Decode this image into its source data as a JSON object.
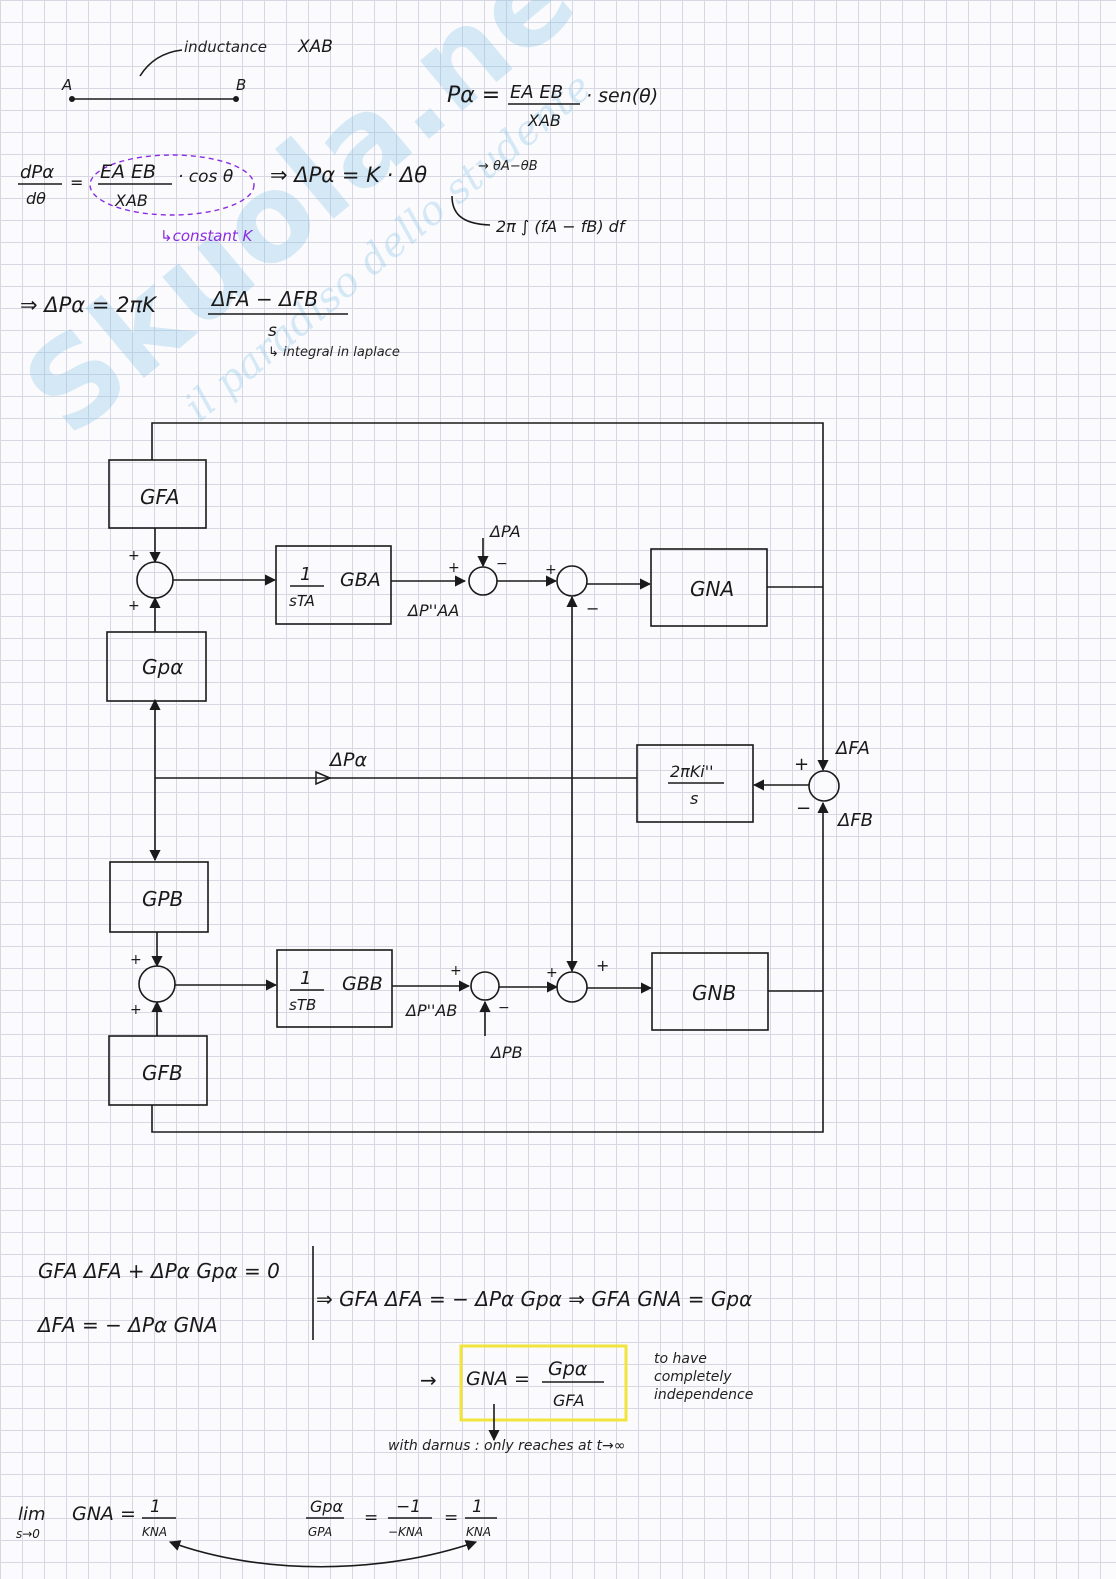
{
  "watermark": {
    "brand": "Skuola.net",
    "tagline": "il paradiso dello studente"
  },
  "line_diagram": {
    "label_a": "A",
    "label_b": "B",
    "inductance_note": "inductance",
    "reactance": "XAB"
  },
  "equations": {
    "power_lhs": "Pα =",
    "power_num": "EA EB",
    "power_den": "XAB",
    "power_rhs": "· sen(θ)",
    "deriv_lhs_num": "dPα",
    "deriv_lhs_den": "dθ",
    "deriv_eq": "=",
    "deriv_num": "EA EB",
    "deriv_den": "XAB",
    "deriv_cos": "· cos θ",
    "deriv_result": "⇒  ΔPα = K · Δθ",
    "theta_note": "→ θA−θB",
    "integral_note": "2π ∫ (fA − fB) df",
    "constant_note": "↳constant K",
    "laplace_lhs": "⇒ ΔPα = 2πK",
    "laplace_num": "ΔFA − ΔFB",
    "laplace_den": "s",
    "laplace_note": "↳ integral   in   laplace"
  },
  "block_diagram": {
    "gfa": "GFA",
    "gpa": "Gpα",
    "gpb": "GPB",
    "gfb": "GFB",
    "gba_num": "1",
    "gba_den": "sTA",
    "gba_g": "GBA",
    "gbb_num": "1",
    "gbb_den": "sTB",
    "gbb_g": "GBB",
    "gna": "GNA",
    "gnb": "GNB",
    "ki_num": "2πKi''",
    "ki_den": "s",
    "dpa_in": "ΔPA",
    "dpb_in": "ΔPB",
    "dpaa": "ΔP''AA",
    "dpab": "ΔP''AB",
    "dpalpha": "ΔPα",
    "dfa": "ΔFA",
    "dfb": "ΔFB",
    "plus": "+",
    "minus": "−"
  },
  "bottom": {
    "eq1": "GFA ΔFA + ΔPα Gpα = 0",
    "eq2": "ΔFA = − ΔPα GNA",
    "eq3": "⇒ GFA ΔFA = − ΔPα Gpα  ⇒  GFA GNA = Gpα",
    "arrow": "→",
    "gna_lhs": "GNA =",
    "gna_num": "Gpα",
    "gna_den": "GFA",
    "indep_note_1": "to   have",
    "indep_note_2": "completely",
    "indep_note_3": "independence",
    "darnus_note": "with  darnus :  only   reaches   at   t→∞",
    "lim_word": "lim",
    "lim_sub": "s→0",
    "lim_expr": "GNA =",
    "lim_num": "1",
    "lim_den": "KNA",
    "ratio_num": "Gpα",
    "ratio_den": "GPA",
    "ratio_eq": "=",
    "ratio_num2": "−1",
    "ratio_den2": "−KNA",
    "ratio_eq2": "=",
    "ratio_num3": "1",
    "ratio_den3": "KNA"
  }
}
